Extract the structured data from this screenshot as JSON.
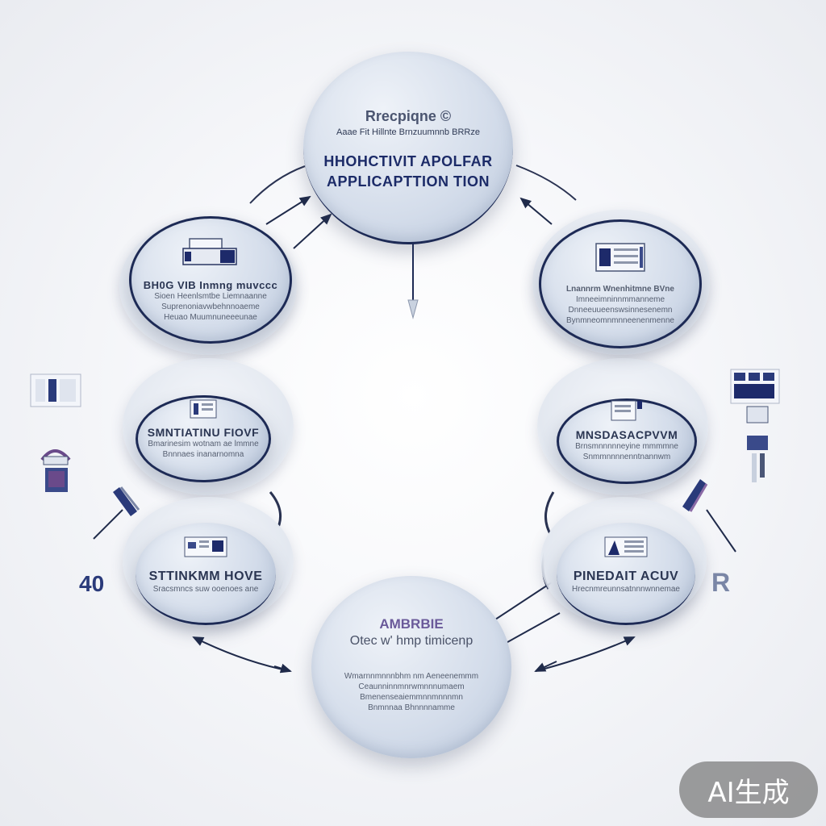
{
  "top": {
    "label": "Rrecpiqne   ©",
    "sub": "Aaae Fit Hillnte Brnzuumnnb BRRze",
    "title_line1": "HHOHCTIVIT APOLFAR",
    "title_line2": "APPLICAPTTION TION"
  },
  "left_upper": {
    "heading": "BH0G VIB Inmng muvccc",
    "lines": [
      "Sioen Heenlsmtbe Liemnaanne",
      "Suprenoniavwbehnnoaeme",
      "Heuao Muumnuneeeunae"
    ]
  },
  "left_middle": {
    "heading": "SMNTIATINU FIOVF",
    "lines": [
      "Bmarinesim wotnam ae lmmne",
      "Bnnnaes inanarnomna"
    ]
  },
  "left_lower": {
    "heading": "STTINKMM HOVE",
    "lines": [
      "Sracsmncs suw ooenoes ane"
    ]
  },
  "right_upper": {
    "heading": "Lnannrm Wnenhitmne BVne",
    "lines": [
      "Imneeimninnmmanneme",
      "Dnneeuueenswsinnesenemn",
      "Bynmneomnmnneenenmenne"
    ]
  },
  "right_middle": {
    "heading": "MNSDASACPVVM",
    "lines": [
      "Brnsmnnnnneyine mmmmne",
      "Snmmnnnnenntnannwm"
    ]
  },
  "right_lower": {
    "heading": "PINEDAIT ACUV",
    "lines": [
      "Hrecnmreunnsatnnnwnnemae"
    ]
  },
  "bottom": {
    "label1": "AMBRBIE",
    "label2": "Otec w' hmp timicenp",
    "lines": [
      "Wmarnnmnnnbhm nm Aeneenemmm",
      "Ceaunninnmnrwmnnnumaem",
      "Bmenenseaiemmnnmnnnmn",
      "Bnmnnaa Bhnnnnamme"
    ]
  },
  "side": {
    "left_glyph": "40",
    "right_glyph": "R"
  },
  "badge": "AI生成"
}
